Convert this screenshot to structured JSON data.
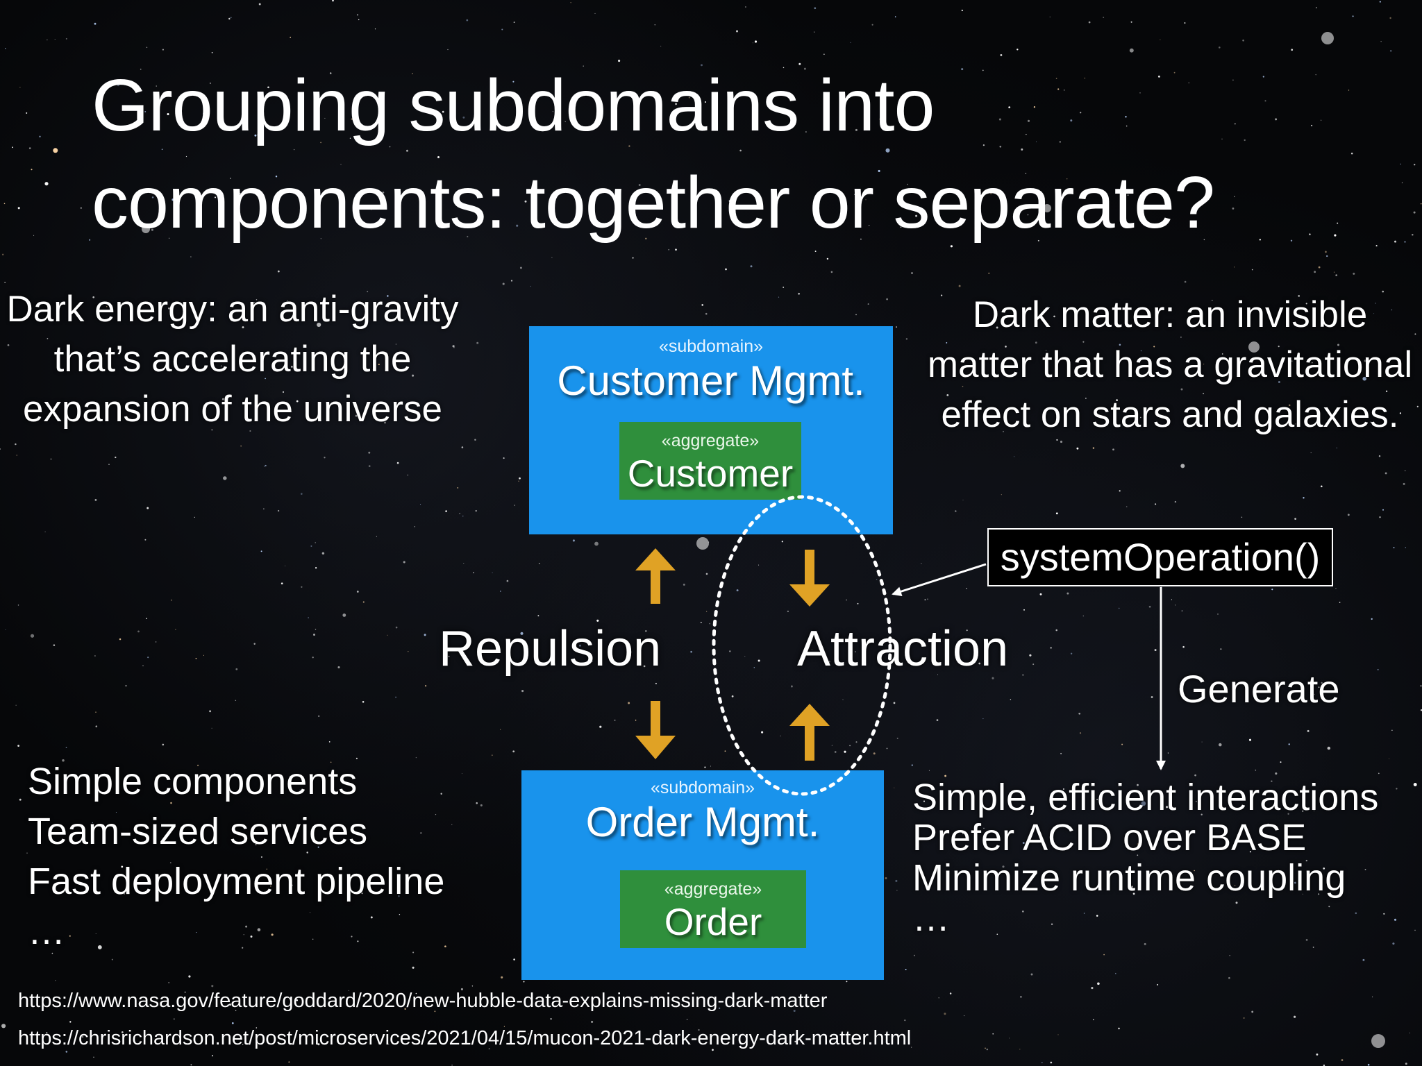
{
  "slide": {
    "title_line1": "Grouping subdomains into",
    "title_line2": "components: together or separate?"
  },
  "dark_energy_text": "Dark energy: an anti-gravity that’s accelerating the expansion of the universe",
  "dark_matter_text": "Dark matter: an invisible matter that has a gravitational effect on stars and galaxies.",
  "customer_subdomain": {
    "stereotype": "«subdomain»",
    "name": "Customer Mgmt.",
    "aggregate": {
      "stereotype": "«aggregate»",
      "name": "Customer"
    }
  },
  "order_subdomain": {
    "stereotype": "«subdomain»",
    "name": "Order Mgmt.",
    "aggregate": {
      "stereotype": "«aggregate»",
      "name": "Order"
    }
  },
  "forces": {
    "repulsion": "Repulsion",
    "attraction": "Attraction"
  },
  "system_operation": "systemOperation()",
  "generate_label": "Generate",
  "left_list": [
    "Simple components",
    "Team-sized services",
    "Fast deployment pipeline",
    "…"
  ],
  "right_list": [
    "Simple, efficient interactions",
    "Prefer ACID over BASE",
    "Minimize runtime coupling",
    "…"
  ],
  "links": [
    "https://www.nasa.gov/feature/goddard/2020/new-hubble-data-explains-missing-dark-matter",
    "https://chrisrichardson.net/post/microservices/2021/04/15/mucon-2021-dark-energy-dark-matter.html"
  ],
  "colors": {
    "subdomain_fill": "#1993ec",
    "aggregate_fill": "#2f8f3c",
    "arrow_gold": "#e0a225",
    "background": "#060709"
  }
}
